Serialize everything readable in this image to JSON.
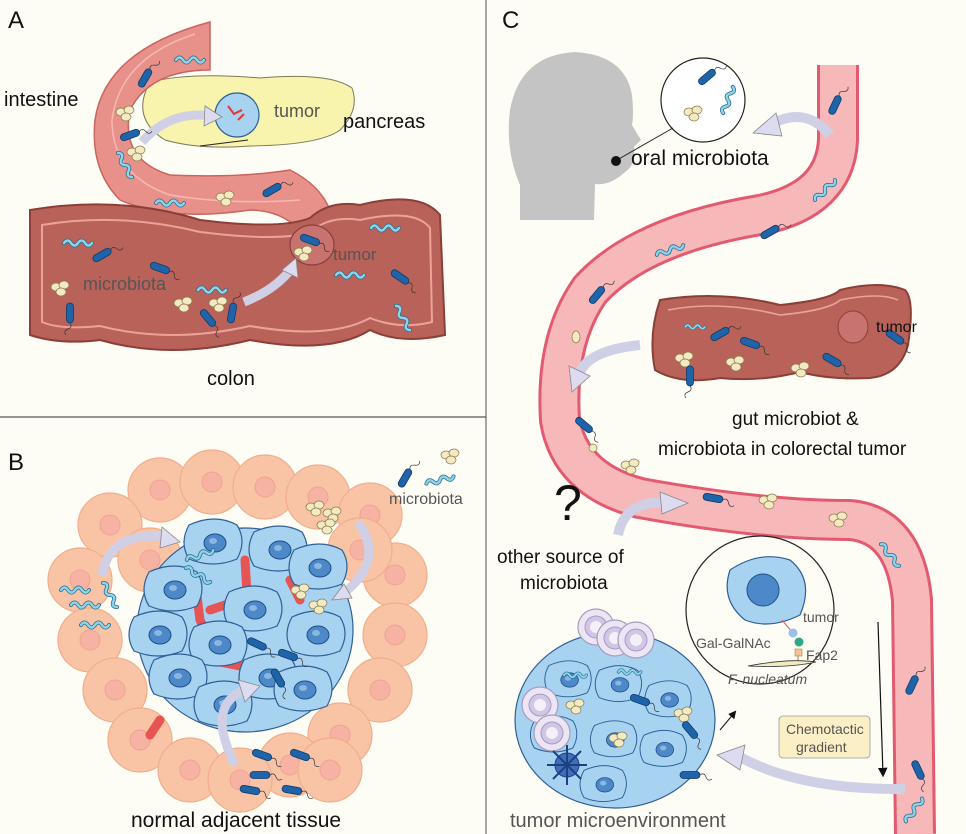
{
  "panels": {
    "a": {
      "letter": "A",
      "labels": {
        "intestine": "intestine",
        "pancreas": "pancreas",
        "tumor_pancreas": "tumor",
        "tumor_colon": "tumor",
        "microbiota": "microbiota",
        "colon": "colon"
      }
    },
    "b": {
      "letter": "B",
      "labels": {
        "microbiota_legend": "microbiota",
        "normal_tissue": "normal adjacent tissue"
      }
    },
    "c": {
      "letter": "C",
      "labels": {
        "oral": "oral microbiota",
        "tumor_gut": "tumor",
        "gut_line1": "gut microbiot &",
        "gut_line2": "microbiota in colorectal tumor",
        "question": "?",
        "other_line1": "other source of",
        "other_line2": "microbiota",
        "inset_tumor": "tumor",
        "gal_galnac": "Gal-GalNAc",
        "fap2": "Fap2",
        "f_nucleatum": "F. nucleatum",
        "chemo_line1": "Chemotactic",
        "chemo_line2": "gradient",
        "tme": "tumor microenvironment"
      }
    }
  },
  "colors": {
    "background": "#fefdf5",
    "gut_fill": "#e8918a",
    "colon_fill": "#b9625a",
    "vessel_fill": "#f6b8b8",
    "vessel_stroke": "#e35a70",
    "pancreas": "#f8f3ad",
    "tumor_cell": "#a7d3f1",
    "nucleus": "#4d88c8",
    "normal_cell": "#f9c4a6",
    "rod_bacteria": "#1f63a8",
    "spiral_bacteria": "#86cbe6",
    "cocci": "#f3e9c2",
    "arrow": "#dcdbef",
    "head": "#c4c4c4"
  }
}
